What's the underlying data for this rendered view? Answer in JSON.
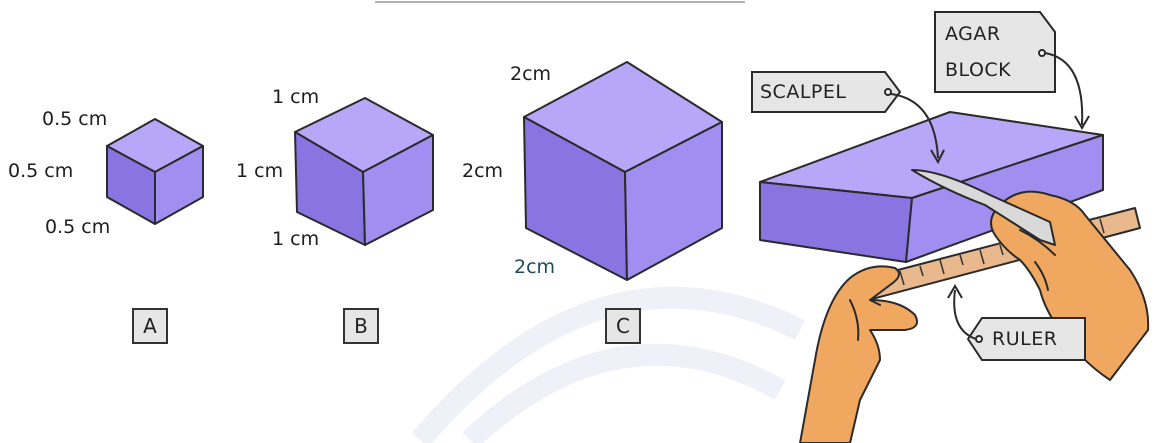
{
  "colors": {
    "cube_front": "#8a74e2",
    "cube_side": "#a08ff0",
    "cube_top": "#b8a7f8",
    "skin": "#f0a860",
    "ruler": "#e9b88c",
    "tag_fill": "#e6e6e6",
    "outline": "#2a2a2a"
  },
  "cubes": [
    {
      "id": "A",
      "label": "A",
      "top_dim": "0.5 cm",
      "side_dim": "0.5 cm",
      "bottom_dim": "0.5 cm"
    },
    {
      "id": "B",
      "label": "B",
      "top_dim": "1 cm",
      "side_dim": "1 cm",
      "bottom_dim": "1 cm"
    },
    {
      "id": "C",
      "label": "C",
      "top_dim": "2cm",
      "side_dim": "2cm",
      "bottom_dim": "2cm"
    }
  ],
  "equipment": {
    "scalpel_tag": "SCALPEL",
    "agar_tag_line1": "AGAR",
    "agar_tag_line2": "BLOCK",
    "ruler_tag": "RULER"
  },
  "icons": [
    "hand-icon",
    "scalpel-icon",
    "ruler-icon",
    "agar-block-icon",
    "cube-icon"
  ]
}
